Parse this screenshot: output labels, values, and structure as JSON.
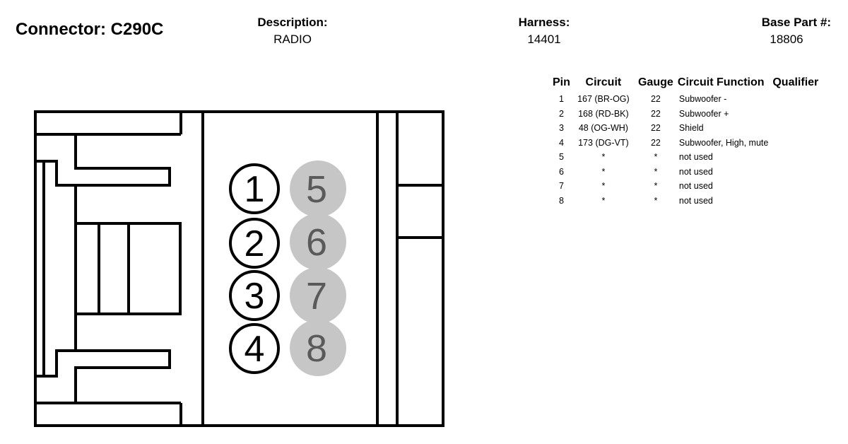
{
  "connector": {
    "title": "Connector: C290C"
  },
  "header": {
    "description": {
      "label": "Description:",
      "value": "RADIO"
    },
    "harness": {
      "label": "Harness:",
      "value": "14401"
    },
    "base_part": {
      "label": "Base Part #:",
      "value": "18806"
    }
  },
  "table": {
    "columns": [
      "Pin",
      "Circuit",
      "Gauge",
      "Circuit Function",
      "Qualifier"
    ],
    "rows": [
      {
        "pin": "1",
        "circuit": "167 (BR-OG)",
        "gauge": "22",
        "function": "Subwoofer -"
      },
      {
        "pin": "2",
        "circuit": "168 (RD-BK)",
        "gauge": "22",
        "function": "Subwoofer +"
      },
      {
        "pin": "3",
        "circuit": "48 (OG-WH)",
        "gauge": "22",
        "function": "Shield"
      },
      {
        "pin": "4",
        "circuit": "173 (DG-VT)",
        "gauge": "22",
        "function": "Subwoofer, High, mute"
      },
      {
        "pin": "5",
        "circuit": "*",
        "gauge": "*",
        "function": "not used"
      },
      {
        "pin": "6",
        "circuit": "*",
        "gauge": "*",
        "function": "not used"
      },
      {
        "pin": "7",
        "circuit": "*",
        "gauge": "*",
        "function": "not used"
      },
      {
        "pin": "8",
        "circuit": "*",
        "gauge": "*",
        "function": "not used"
      }
    ]
  },
  "diagram": {
    "used_pins": [
      "1",
      "2",
      "3",
      "4"
    ],
    "unused_pins": [
      "5",
      "6",
      "7",
      "8"
    ],
    "unused_pin_color": "#c6c6c6",
    "outline_color": "#000000"
  }
}
